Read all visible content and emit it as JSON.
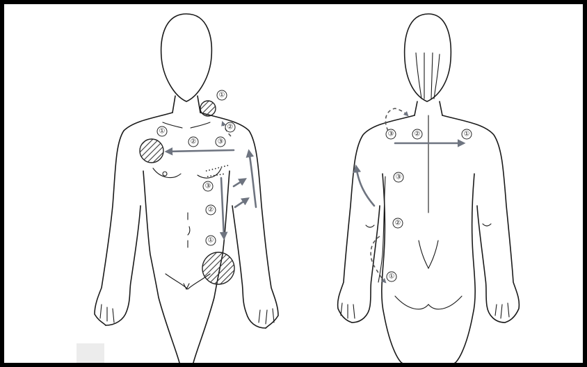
{
  "markers": [
    "①",
    "②",
    "③"
  ],
  "colors": {
    "frame": "#000000",
    "arrow": "#6e7480",
    "hatch": "#333333",
    "line": "#1a1a1a"
  }
}
